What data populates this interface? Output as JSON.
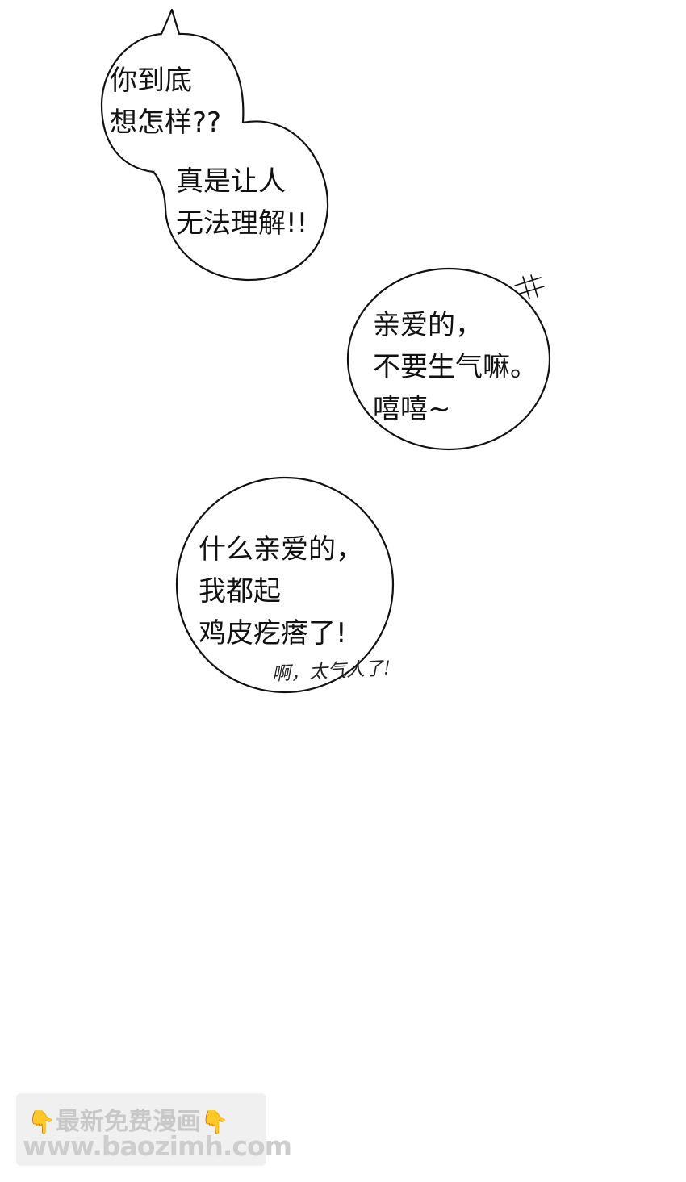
{
  "bubble1": {
    "lines": [
      "你到底",
      "想怎样??"
    ]
  },
  "bubble2": {
    "lines": [
      "真是让人",
      "无法理解!!"
    ]
  },
  "bubble3": {
    "lines": [
      "亲爱的，",
      "不要生气嘛。",
      "嘻嘻~"
    ],
    "mark_icon": "cross-scribble-icon"
  },
  "bubble4": {
    "lines": [
      "什么亲爱的，",
      "我都起",
      "鸡皮疙瘩了!"
    ]
  },
  "handwritten_note": "啊，太气人了!",
  "watermark": {
    "line1": "最新免费漫画",
    "line2": "www.baozimh.com",
    "icon": "pointing-down-hand-icon",
    "icon_color": "#f5b400"
  }
}
